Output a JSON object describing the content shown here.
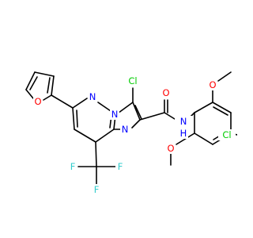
{
  "colors": {
    "bond": "#000000",
    "carbon": "#000000",
    "nitrogen": "#0000FF",
    "oxygen": "#FF0000",
    "chlorine": "#00CC00",
    "fluorine": "#33CCCC"
  },
  "atoms": {
    "cl_pyrazole": "Cl",
    "n_pyrimidine": "N",
    "n_bridge": "N",
    "n_pyrazole": "N",
    "o_furan": "O",
    "o_amide": "O",
    "n_amide": "N",
    "n_amide_h": "H",
    "cl_aryl": "Cl",
    "o_methoxy_top": "O",
    "o_methoxy_bottom": "O",
    "f_left": "F",
    "f_right": "F",
    "f_bottom": "F"
  }
}
